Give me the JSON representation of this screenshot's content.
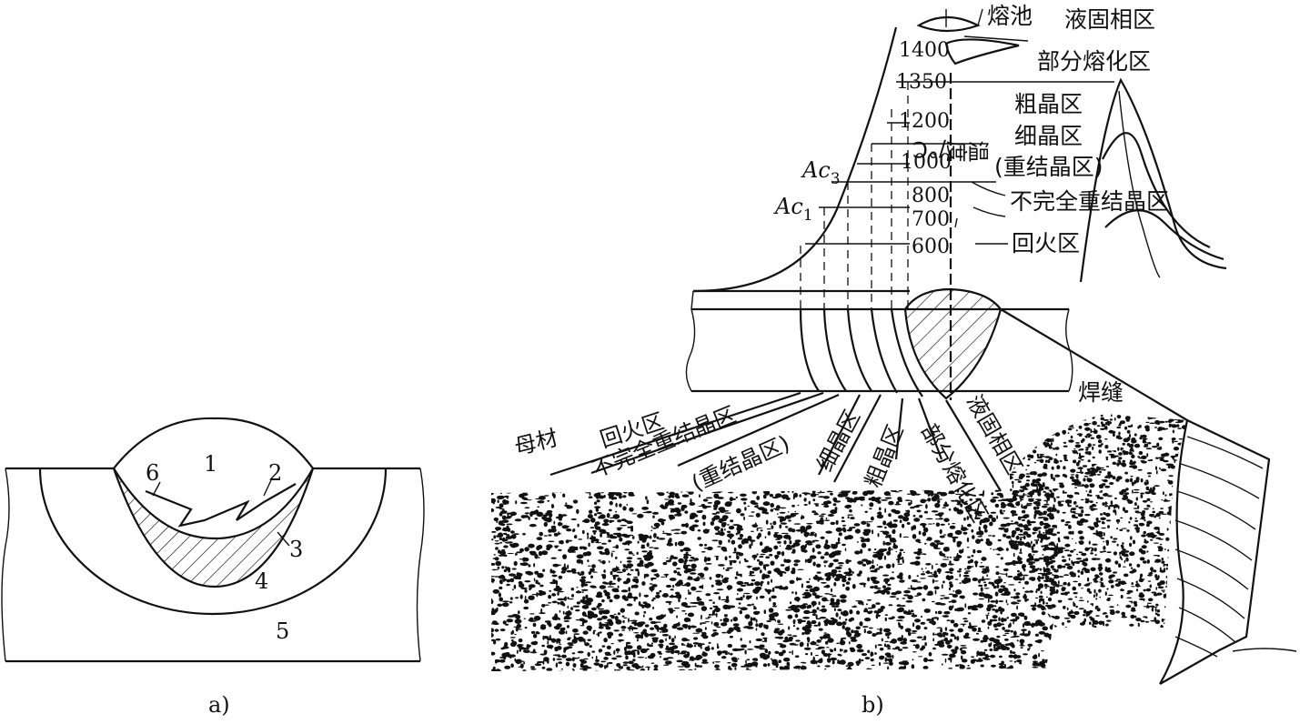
{
  "panel_a": {
    "caption": "a)",
    "zone_numbers": [
      "1",
      "2",
      "3",
      "4",
      "5",
      "6"
    ]
  },
  "panel_b": {
    "caption": "b)",
    "temperature_axis": {
      "label": "温度/°C",
      "ticks": [
        "1400",
        "1350",
        "1200",
        "1000",
        "800",
        "700",
        "600"
      ]
    },
    "critical_points": {
      "ac3_base": "Ac",
      "ac3_sub": "3",
      "ac1_base": "Ac",
      "ac1_sub": "1"
    },
    "top_labels": {
      "melt_pool": "熔池",
      "liquid_solid": "液固相区",
      "partial_melt": "部分熔化区"
    },
    "right_labels": {
      "coarse_grain": "粗晶区",
      "fine_grain": "细晶区",
      "recrystallized": "(重结晶区)",
      "incomplete_recryst": "不完全重结晶区",
      "tempered": "回火区"
    },
    "weld_label": "焊缝",
    "fan_labels": {
      "base_metal": "母材",
      "tempered": "回火区",
      "incomplete_recryst": "不完全重结晶区",
      "recrystallized": "(重结晶区)",
      "fine_grain": "细晶区",
      "coarse_grain": "粗晶区",
      "partial_melt": "部分熔化区",
      "liquid_solid": "液固相区"
    }
  }
}
